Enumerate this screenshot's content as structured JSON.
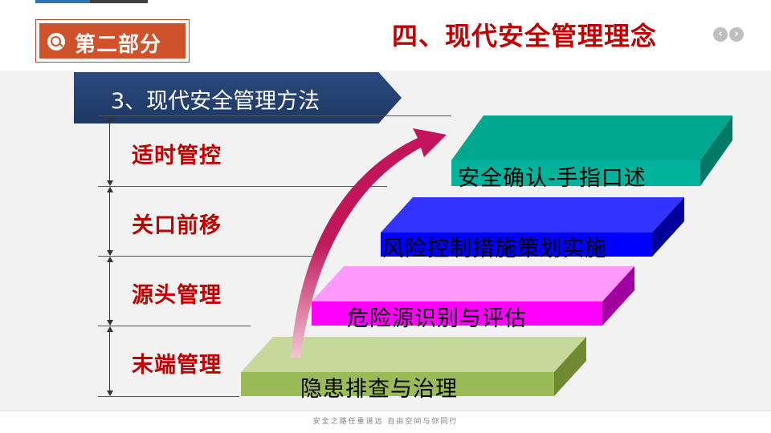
{
  "header": {
    "section_label": "第二部分",
    "title": "四、现代安全管理理念"
  },
  "subheading": "3、现代安全管理方法",
  "levels": [
    {
      "label": "适时管控"
    },
    {
      "label": "关口前移"
    },
    {
      "label": "源头管理"
    },
    {
      "label": "末端管理"
    }
  ],
  "steps": [
    {
      "label": "隐患排查与治理",
      "color": "#9bbb59"
    },
    {
      "label": "危险源识别与评估",
      "color": "#ff00ff"
    },
    {
      "label": "风险控制措施策划实施",
      "color": "#0000ff"
    },
    {
      "label": "安全确认-手指口述",
      "color": "#00a88f"
    }
  ],
  "icons": {
    "section_icon": "magnifier-icon",
    "prev": "chevron-left-icon",
    "next": "chevron-right-icon"
  },
  "footer": "安全之路任重道远 自由空间与你同行"
}
